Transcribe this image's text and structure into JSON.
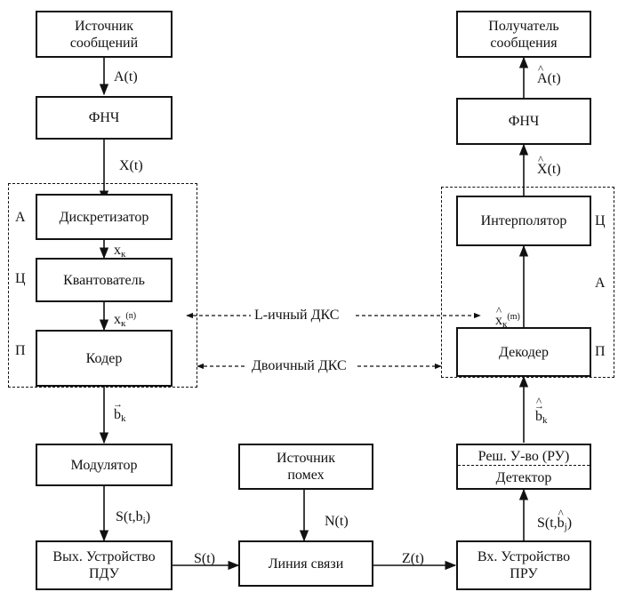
{
  "blocks": {
    "source": [
      "Источник",
      "сообщений"
    ],
    "lpf_tx": "ФНЧ",
    "sampler": "Дискретизатор",
    "quantizer": "Квантователь",
    "coder": "Кодер",
    "modulator": "Модулятор",
    "tx_output": [
      "Вых. Устройство",
      "ПДУ"
    ],
    "noise_source": [
      "Источник",
      "помех"
    ],
    "channel": "Линия связи",
    "rx_input": [
      "Вх. Устройство",
      "ПРУ"
    ],
    "decision": "Реш. У-во (РУ)",
    "detector": "Детектор",
    "decoder": "Декодер",
    "interpolator": "Интерполятор",
    "lpf_rx": "ФНЧ",
    "receiver": [
      "Получатель",
      "сообщения"
    ]
  },
  "side_letters": {
    "tx_a": "А",
    "tx_c": "Ц",
    "tx_p": "П",
    "rx_c": "Ц",
    "rx_a": "А",
    "rx_p": "П"
  },
  "signals": {
    "a_t": "A(t)",
    "x_t": "X(t)",
    "x_k": "x",
    "x_k_sub": "к",
    "x_kn": "x",
    "x_kn_sub": "к",
    "x_kn_sup": "(n)",
    "b_k": "b",
    "b_k_sub": "k",
    "s_tbi_open": "S(t,b",
    "s_tbi_sub": "i",
    "s_tbi_close": ")",
    "s_t": "S(t)",
    "n_t": "N(t)",
    "z_t": "Z(t)",
    "s_tbj_open": "S(t,",
    "s_tbj_b": "b",
    "s_tbj_sub": "j",
    "s_tbj_close": ")",
    "bhat_k": "b",
    "bhat_k_sub": "k",
    "xhat_km": "x",
    "xhat_km_sub": "к",
    "xhat_km_sup": "(m)",
    "xhat_t_x": "X",
    "xhat_t_rest": "(t)",
    "ahat_t_a": "A",
    "ahat_t_rest": "(t)"
  },
  "links": {
    "l_ary": "L-ичный ДКС",
    "binary": "Двоичный ДКС"
  }
}
